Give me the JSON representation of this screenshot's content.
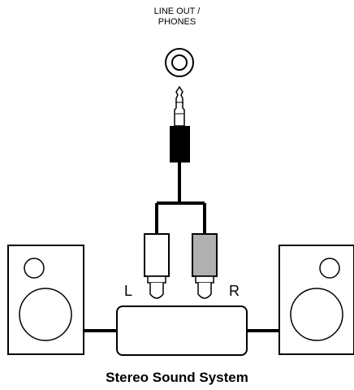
{
  "port": {
    "label_line1": "LINE OUT /",
    "label_line2": "PHONES"
  },
  "channels": {
    "left": "L",
    "right": "R"
  },
  "caption": "Stereo Sound System",
  "colors": {
    "outline": "#000000",
    "mini_plug_body": "#000000",
    "left_rca": "#ffffff",
    "right_rca": "#b0b0b0"
  },
  "icons": {
    "port": "jack-socket-icon",
    "plug": "stereo-mini-plug-icon",
    "left_connector": "rca-plug-icon",
    "right_connector": "rca-plug-icon",
    "left_speaker": "speaker-icon",
    "right_speaker": "speaker-icon",
    "system": "amplifier-icon"
  }
}
